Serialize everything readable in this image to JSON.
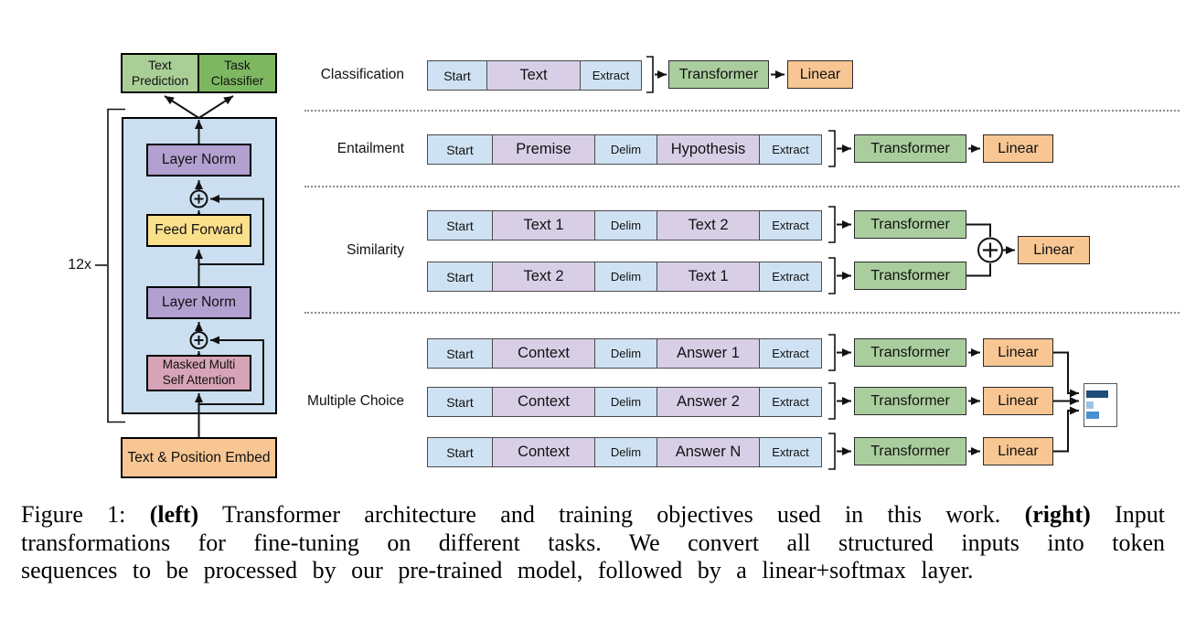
{
  "colors": {
    "token_blue": "#cfe2f3",
    "token_purple": "#d8cfe7",
    "transformer_green": "#aacd9d",
    "linear_orange": "#f7c693",
    "pred_green": "#a9cf97",
    "classifier_green": "#7db861",
    "container_blue": "#cbdff1",
    "norm_purple": "#b1a0d0",
    "ff_yellow": "#fbe08c",
    "attn_pink": "#d6a3b7",
    "embed_orange": "#f7c693",
    "bar_dark": "#1f4e79",
    "bar_light": "#9dc3e6",
    "bar_mid": "#4a8fd3"
  },
  "left": {
    "repeat_label": "12x",
    "text_prediction": "Text\nPrediction",
    "task_classifier": "Task\nClassifier",
    "layer_norm_top": "Layer Norm",
    "feed_forward": "Feed Forward",
    "layer_norm_bottom": "Layer Norm",
    "masked_attention": "Masked Multi\nSelf Attention",
    "embed": "Text & Position Embed"
  },
  "tasks": {
    "classification": {
      "label": "Classification",
      "tokens": [
        "Start",
        "Text",
        "Extract"
      ],
      "transformer": "Transformer",
      "linear": "Linear"
    },
    "entailment": {
      "label": "Entailment",
      "tokens": [
        "Start",
        "Premise",
        "Delim",
        "Hypothesis",
        "Extract"
      ],
      "transformer": "Transformer",
      "linear": "Linear"
    },
    "similarity": {
      "label": "Similarity",
      "rows": [
        [
          "Start",
          "Text 1",
          "Delim",
          "Text 2",
          "Extract"
        ],
        [
          "Start",
          "Text 2",
          "Delim",
          "Text 1",
          "Extract"
        ]
      ],
      "transformer": "Transformer",
      "linear": "Linear"
    },
    "multiple_choice": {
      "label": "Multiple Choice",
      "rows": [
        [
          "Start",
          "Context",
          "Delim",
          "Answer 1",
          "Extract"
        ],
        [
          "Start",
          "Context",
          "Delim",
          "Answer 2",
          "Extract"
        ],
        [
          "Start",
          "Context",
          "Delim",
          "Answer N",
          "Extract"
        ]
      ],
      "transformer": "Transformer",
      "linear": "Linear"
    }
  },
  "caption": {
    "line1_prefix": "Figure 1: ",
    "left_tag": "(left)",
    "line1_mid": " Transformer architecture and training objectives used in this work. ",
    "right_tag": "(right)",
    "line1_suffix": " Input",
    "line2": "transformations for fine-tuning on different tasks. We convert all structured inputs into token",
    "line3": "sequences to be processed by our pre-trained model, followed by a linear+softmax layer."
  }
}
